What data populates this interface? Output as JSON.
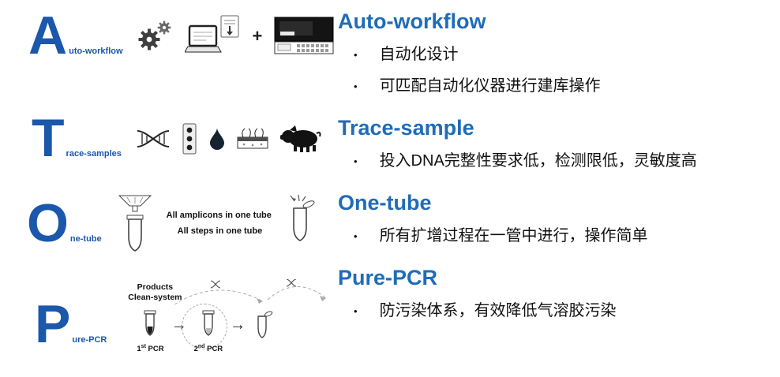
{
  "colors": {
    "accent": "#1f6cb8",
    "letter": "#1b57ab"
  },
  "ui": {
    "bullet": "•"
  },
  "icons": {
    "plus": "+",
    "arrow": "→"
  },
  "left": {
    "rows": [
      {
        "letter": "A",
        "suffix": "uto-workflow"
      },
      {
        "letter": "T",
        "suffix": "race-samples"
      },
      {
        "letter": "O",
        "suffix": "ne-tube"
      },
      {
        "letter": "P",
        "suffix": "ure-PCR"
      }
    ],
    "one_tube": {
      "line1": "All amplicons in one tube",
      "line2": "All steps in one tube"
    },
    "pure_pcr": {
      "clean_line1": "Products",
      "clean_line2": "Clean-system",
      "pcr1": {
        "num": "1",
        "ord": "st",
        "rest": " PCR"
      },
      "pcr2": {
        "num": "2",
        "ord": "nd",
        "rest": " PCR"
      }
    }
  },
  "right": {
    "sections": [
      {
        "title": "Auto-workflow",
        "bullets": [
          "自动化设计",
          "可匹配自动化仪器进行建库操作"
        ]
      },
      {
        "title": "Trace-sample",
        "bullets": [
          "投入DNA完整性要求低，检测限低，灵敏度高"
        ]
      },
      {
        "title": "One-tube",
        "bullets": [
          "所有扩增过程在一管中进行，操作简单"
        ]
      },
      {
        "title": "Pure-PCR",
        "bullets": [
          "防污染体系，有效降低气溶胶污染"
        ]
      }
    ]
  }
}
